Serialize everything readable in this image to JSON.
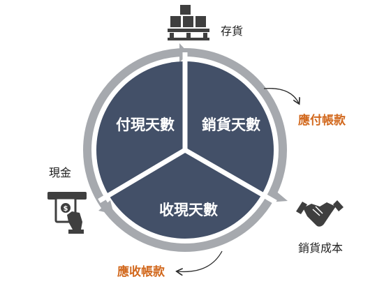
{
  "segments": {
    "cash_payment_days": "付現天數",
    "sales_inventory_days": "銷貨天數",
    "cash_collection_days": "收現天數"
  },
  "labels": {
    "inventory": "存貨",
    "accounts_payable": "應付帳款",
    "cost_of_goods_sold": "銷貨成本",
    "cash": "現金",
    "accounts_receivable": "應收帳款"
  },
  "icons": {
    "inventory": "boxes-on-pallet-icon",
    "cost_of_goods_sold": "handshake-icon",
    "cash": "atm-cash-icon"
  },
  "colors": {
    "segment_fill": "#435068",
    "ring": "#a6a9ae",
    "accent_text": "#d2691e",
    "icon": "#3f3f3f"
  }
}
